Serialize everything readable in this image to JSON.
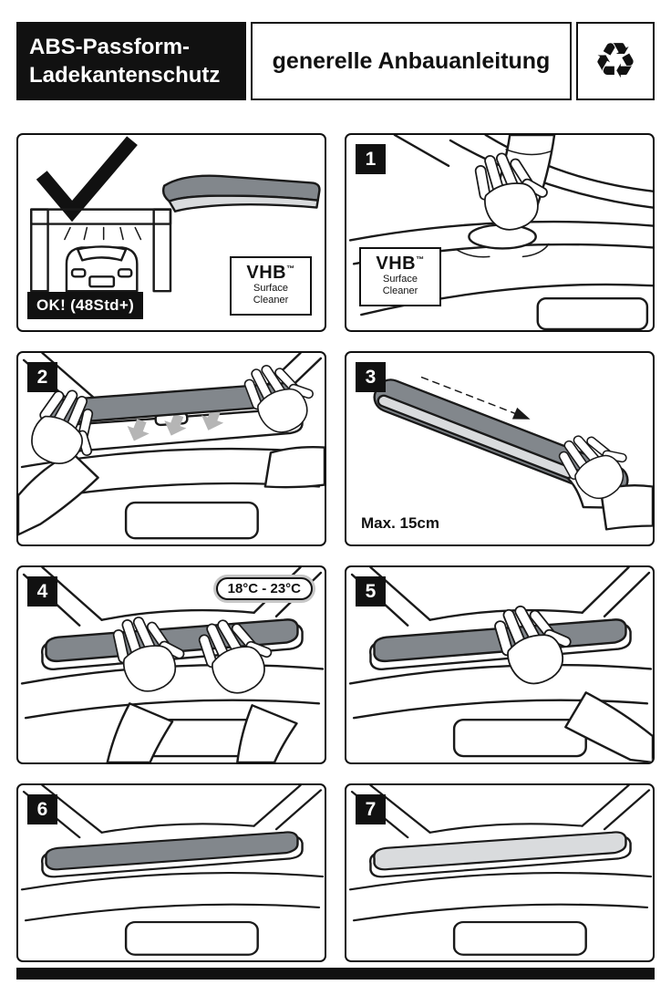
{
  "header": {
    "title_line1": "ABS-Passform-",
    "title_line2": "Ladekantenschutz",
    "subtitle": "generelle Anbauanleitung",
    "recycle_symbol": "♻"
  },
  "vhb": {
    "brand": "VHB",
    "tm": "™",
    "sub1": "Surface",
    "sub2": "Cleaner"
  },
  "panels": {
    "intro": {
      "ok_badge": "OK! (48Std+)"
    },
    "step1": {
      "number": "1"
    },
    "step2": {
      "number": "2"
    },
    "step3": {
      "number": "3",
      "note": "Max. 15cm"
    },
    "step4": {
      "number": "4",
      "temp_badge": "18°C - 23°C"
    },
    "step5": {
      "number": "5"
    },
    "step6": {
      "number": "6"
    },
    "step7": {
      "number": "7"
    }
  },
  "colors": {
    "ink": "#111111",
    "strip_dark": "#82878c",
    "strip_light": "#d9dbdd",
    "arrow_gray": "#b5b5b5"
  }
}
